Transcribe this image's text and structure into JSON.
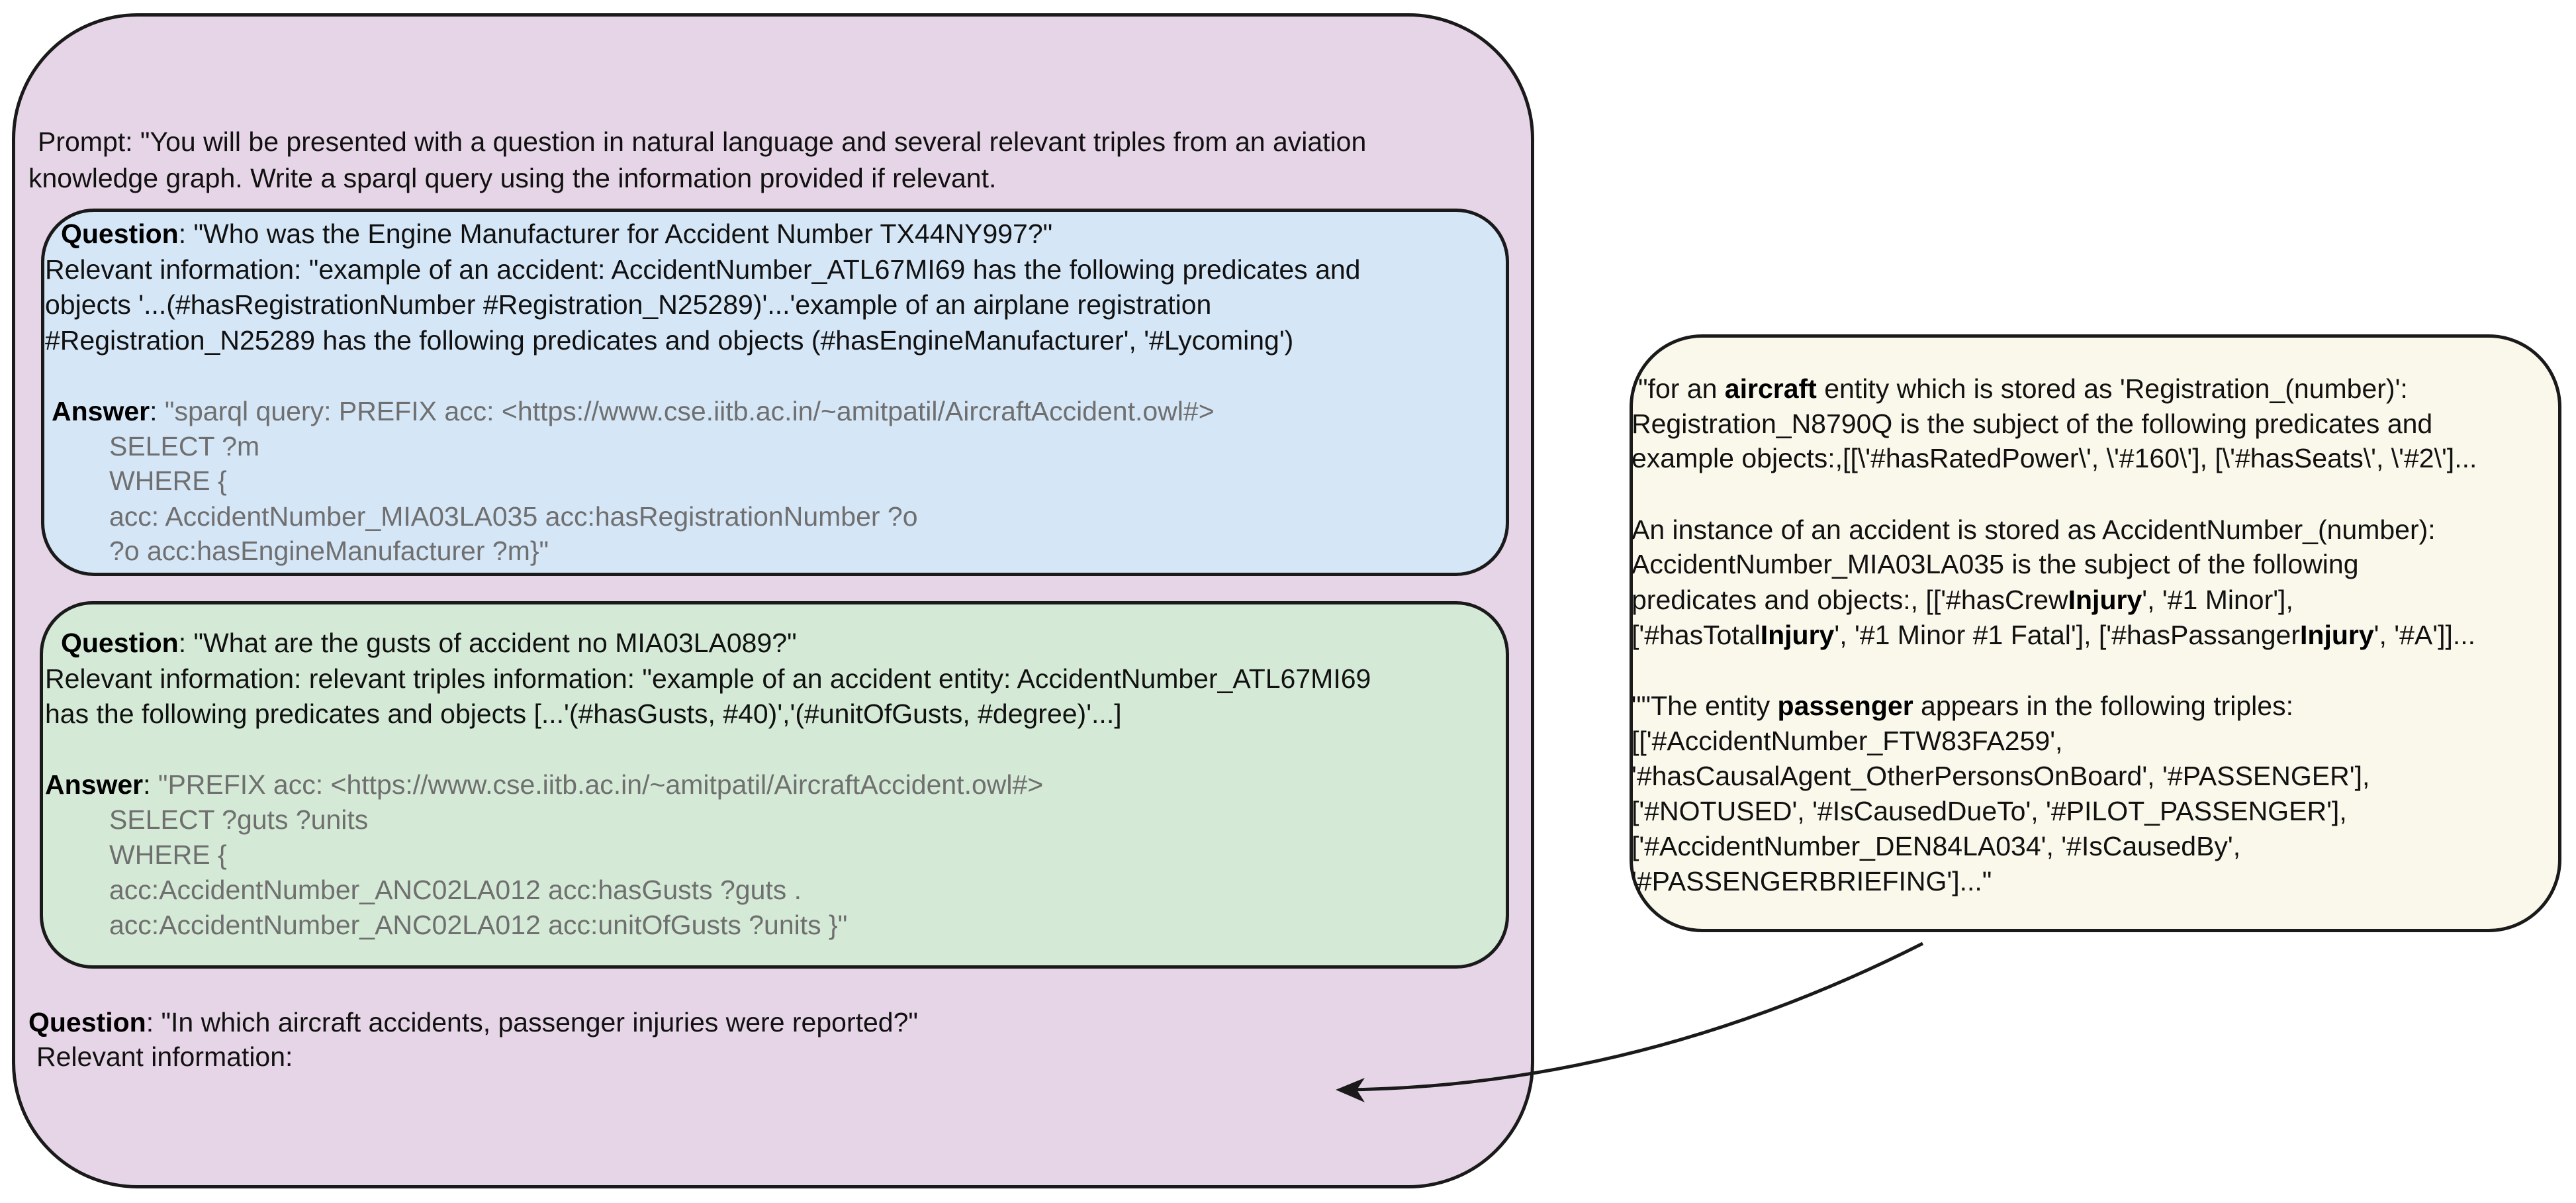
{
  "prompt": {
    "line1": "Prompt: \"You will be presented with a question in natural language and several relevant triples from an aviation",
    "line2": "knowledge graph. Write a sparql query using the information provided if relevant."
  },
  "example1": {
    "question_label": "Question",
    "question_text": ": \"Who was the Engine Manufacturer for Accident Number TX44NY997?\"",
    "info": [
      "Relevant information: \"example of an accident: AccidentNumber_ATL67MI69 has the following predicates and",
      "objects '...(#hasRegistrationNumber #Registration_N25289)'...'example of an airplane registration",
      "#Registration_N25289 has the following predicates and objects (#hasEngineManufacturer', '#Lycoming')"
    ],
    "answer_label": "Answer",
    "answer_colon": ": ",
    "answer_first": "\"sparql query: PREFIX acc: <https://www.cse.iitb.ac.in/~amitpatil/AircraftAccident.owl#>",
    "answer_lines": [
      "SELECT ?m",
      "WHERE {",
      "acc: AccidentNumber_MIA03LA035 acc:hasRegistrationNumber ?o",
      "?o acc:hasEngineManufacturer ?m}\""
    ]
  },
  "example2": {
    "question_label": "Question",
    "question_text": ": \"What are the gusts of accident no MIA03LA089?\"",
    "info": [
      "Relevant information: relevant triples information: \"example of an accident entity: AccidentNumber_ATL67MI69",
      "has the following predicates and objects [...'(#hasGusts, #40)','(#unitOfGusts, #degree)'...]"
    ],
    "answer_label": "Answer",
    "answer_colon": ": ",
    "answer_first": "\"PREFIX acc: <https://www.cse.iitb.ac.in/~amitpatil/AircraftAccident.owl#>",
    "answer_lines": [
      "SELECT ?guts ?units",
      "WHERE {",
      "acc:AccidentNumber_ANC02LA012 acc:hasGusts ?guts .",
      "acc:AccidentNumber_ANC02LA012 acc:unitOfGusts ?units }\""
    ]
  },
  "final_question": {
    "label": "Question",
    "text": ": \"In which aircraft accidents, passenger injuries were reported?\"",
    "info": "Relevant information:"
  },
  "context": {
    "p1": {
      "l1_pre": "\"for an ",
      "l1_bold": "aircraft",
      "l1_post": " entity which is stored as 'Registration_(number)':",
      "l2": "Registration_N8790Q is the subject of the following predicates and",
      "l3": "example objects:,[[\\'#hasRatedPower\\', \\'#160\\'], [\\'#hasSeats\\', \\'#2\\']..."
    },
    "p2": {
      "l1": "An instance of an accident is stored as AccidentNumber_(number):",
      "l2": "AccidentNumber_MIA03LA035 is the subject of the following",
      "l3_pre": "predicates and objects:, [['#hasCrew",
      "l3_bold": "Injury",
      "l3_post": "', '#1 Minor'],",
      "l4_a": "['#hasTotal",
      "l4_b": "Injury",
      "l4_c": "', '#1 Minor #1 Fatal'], ['#hasPassanger",
      "l4_d": "Injury",
      "l4_e": "', '#A']]..."
    },
    "p3": {
      "l1_pre": "\"\"The entity ",
      "l1_bold": "passenger",
      "l1_post": " appears in the following triples:",
      "l2": "[['#AccidentNumber_FTW83FA259',",
      "l3": "'#hasCausalAgent_OtherPersonsOnBoard', '#PASSENGER'],",
      "l4": "['#NOTUSED', '#IsCausedDueTo', '#PILOT_PASSENGER'],",
      "l5": "['#AccidentNumber_DEN84LA034', '#IsCausedBy',",
      "l6": "'#PASSENGERBRIEFING']...\""
    }
  },
  "colors": {
    "outer_fill": "#e6d5e6",
    "blue_fill": "#d5e6f7",
    "green_fill": "#d4ead6",
    "context_fill": "#faf8eb",
    "query_text": "#6f6f6f"
  }
}
